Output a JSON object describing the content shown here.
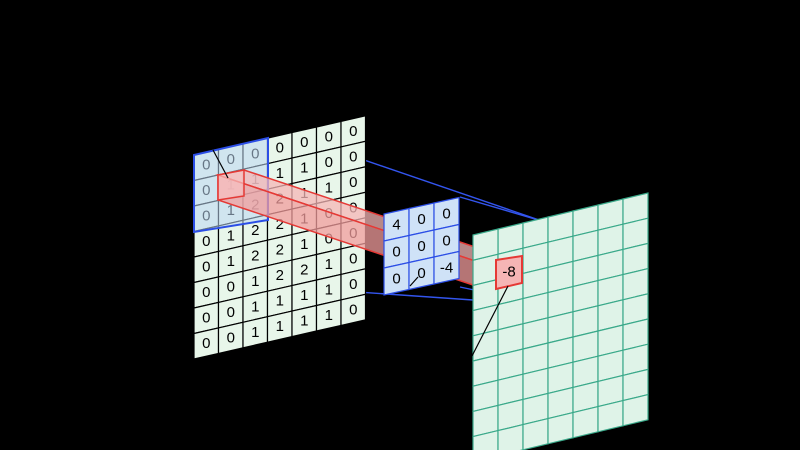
{
  "input": {
    "rows": [
      [
        "0",
        "0",
        "0",
        "0",
        "0",
        "0",
        "0"
      ],
      [
        "0",
        "1",
        "1",
        "1",
        "1",
        "0",
        "0"
      ],
      [
        "0",
        "1",
        "2",
        "2",
        "1",
        "1",
        "0"
      ],
      [
        "0",
        "1",
        "2",
        "2",
        "1",
        "0",
        "0"
      ],
      [
        "0",
        "1",
        "2",
        "2",
        "1",
        "0",
        "0"
      ],
      [
        "0",
        "0",
        "1",
        "2",
        "2",
        "1",
        "0"
      ],
      [
        "0",
        "0",
        "1",
        "1",
        "1",
        "1",
        "0"
      ],
      [
        "0",
        "0",
        "1",
        "1",
        "1",
        "1",
        "0"
      ]
    ]
  },
  "kernel": {
    "rows": [
      [
        "4",
        "0",
        "0"
      ],
      [
        "0",
        "0",
        "0"
      ],
      [
        "0",
        "0",
        "-4"
      ]
    ]
  },
  "output": {
    "value": "-8"
  },
  "colors": {
    "background": "#000000",
    "input_fill": "#e8f6ea",
    "kernel_fill": "#cfe2f7",
    "kernel_stroke": "#2b4ee6",
    "receptive_fill": "#f5b5b5",
    "receptive_stroke": "#e53935",
    "output_fill": "#dff3e8",
    "output_grid": "#3aa98a"
  }
}
